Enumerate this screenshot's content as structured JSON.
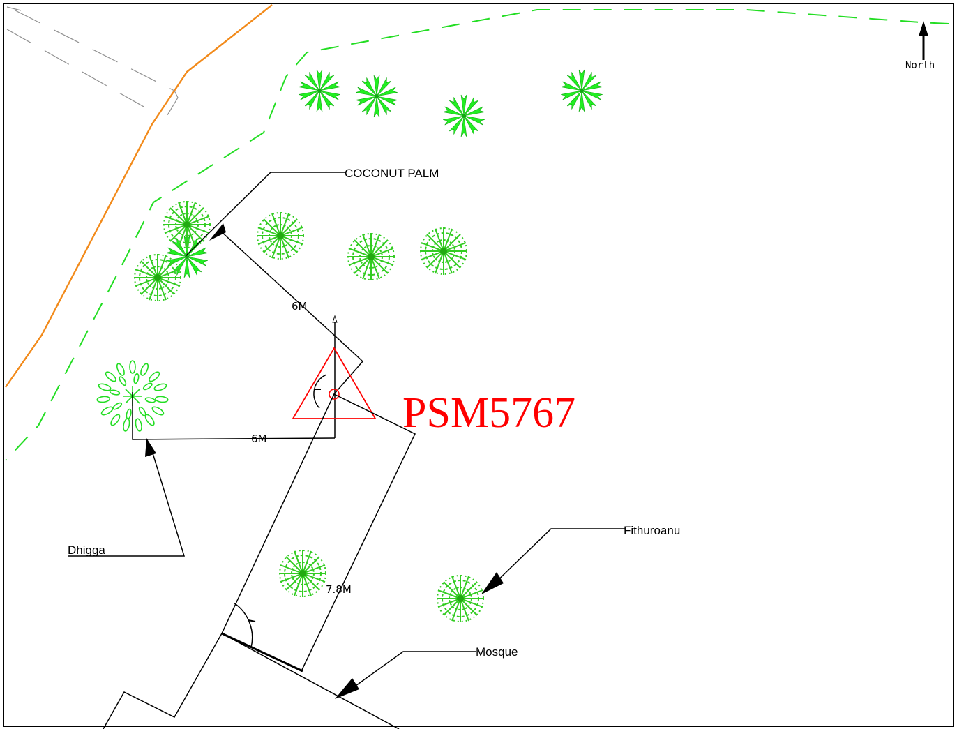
{
  "north_label": "North",
  "marker": {
    "id": "PSM5767",
    "color": "#ff0000"
  },
  "labels": {
    "coconut_palm": "COCONUT PALM",
    "dhigga": "Dhigga",
    "fithuroanu": "Fithuroanu",
    "mosque": "Mosque"
  },
  "dimensions": {
    "palm_distance": "6M",
    "dhigga_distance": "6M",
    "mosque_distance": "7.8M"
  },
  "colors": {
    "road_edge": "#f28a1a",
    "boundary_dashed": "#22dd22",
    "vegetation": "#22ee22",
    "linework": "#000000",
    "old_path": "#909090"
  },
  "legend_icons": [
    "north-arrow-icon",
    "palm-tree-icon",
    "shrub-icon",
    "leafy-tree-icon",
    "survey-marker-icon"
  ]
}
